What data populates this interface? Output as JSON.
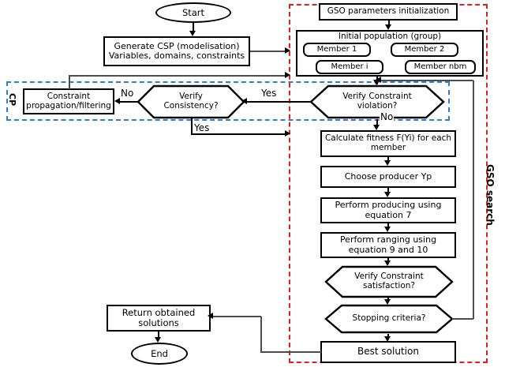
{
  "diagram": {
    "title": "CP-GSO hybrid flowchart",
    "colors": {
      "gso_region_border": "#e02020",
      "cp_region_border": "#2f7fd0",
      "node_border": "#000000",
      "connector": "#000000",
      "background": "#ffffff"
    },
    "regions": [
      {
        "id": "gso",
        "label": "GSO search",
        "style": "red-dashed",
        "label_orientation": "vertical-clockwise"
      },
      {
        "id": "cp",
        "label": "CP",
        "style": "blue-dashed",
        "label_orientation": "vertical-clockwise"
      }
    ],
    "nodes": {
      "start": {
        "label": "Start",
        "shape": "oval"
      },
      "generate_csp": {
        "label": "Generate CSP (modelisation)\nVariables, domains, constraints",
        "line1": "Generate CSP (modelisation)",
        "line2": "Variables, domains, constraints",
        "shape": "rectangle"
      },
      "constraint_propagation": {
        "line1": "Constraint",
        "line2": "propagation/filtering",
        "shape": "rectangle"
      },
      "verify_consistency": {
        "line1": "Verify",
        "line2": "Consistency?",
        "shape": "hexagon"
      },
      "gso_params": {
        "label": "GSO parameters initialization",
        "shape": "rectangle"
      },
      "initial_population": {
        "label": "Initial population (group)",
        "shape": "group-rectangle"
      },
      "members": [
        {
          "label": "Member 1"
        },
        {
          "label": "Member 2"
        },
        {
          "label": "Member i"
        },
        {
          "label": "Member nbm"
        }
      ],
      "verify_violation": {
        "line1": "Verify Constraint",
        "line2": "violation?",
        "shape": "hexagon"
      },
      "calculate_fitness": {
        "line1": "Calculate fitness F(Yi) for each",
        "line2": "member",
        "shape": "rectangle"
      },
      "choose_producer": {
        "label": "Choose producer Yp",
        "shape": "rectangle"
      },
      "perform_producing": {
        "line1": "Perform producing using",
        "line2": "equation 7",
        "shape": "rectangle"
      },
      "perform_ranging": {
        "line1": "Perform ranging using",
        "line2": "equation  9 and 10",
        "shape": "rectangle"
      },
      "verify_satisfaction": {
        "line1": "Verify Constraint",
        "line2": "satisfaction?",
        "shape": "hexagon"
      },
      "stopping_criteria": {
        "label": "Stopping criteria?",
        "shape": "hexagon"
      },
      "best_solution": {
        "label": "Best solution",
        "shape": "rectangle"
      },
      "return_solutions": {
        "line1": "Return obtained",
        "line2": "solutions",
        "shape": "rectangle"
      },
      "end": {
        "label": "End",
        "shape": "oval"
      }
    },
    "edge_labels": {
      "consistency_no": "No",
      "consistency_yes": "Yes",
      "violation_yes": "Yes",
      "violation_no": "No"
    }
  }
}
